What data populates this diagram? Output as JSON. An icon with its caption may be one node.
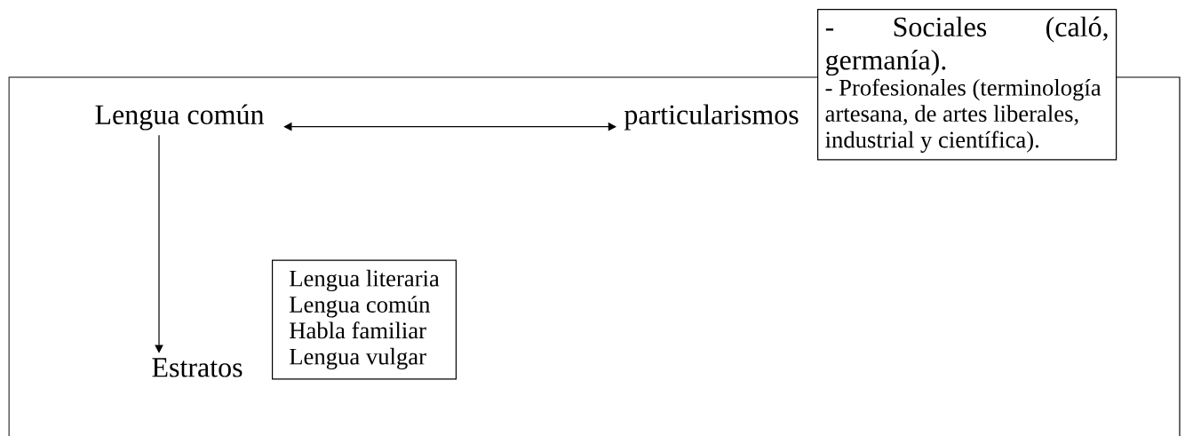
{
  "diagram": {
    "nodes": [
      {
        "text": [],
        "shape": "box"
      },
      {
        "text": [
          "Lengua común"
        ],
        "in": 0
      },
      {
        "text": [
          "particularismos"
        ],
        "in": 0
      },
      {
        "text": [
          "- Sociales (caló, germanía).",
          "- Profesionales (terminología artesana, de artes liberales, industrial y científica)."
        ]
      },
      {
        "text": [
          "Estratos"
        ],
        "in": 0
      },
      {
        "text": [
          "Lengua literaria",
          "Lengua común",
          "Habla familiar",
          "Lengua vulgar"
        ],
        "in": 0
      }
    ],
    "edges": [
      {
        "from": 1,
        "to": 2,
        "arrow": "both"
      },
      {
        "from": 1,
        "to": 4,
        "arrow": "to"
      }
    ]
  }
}
